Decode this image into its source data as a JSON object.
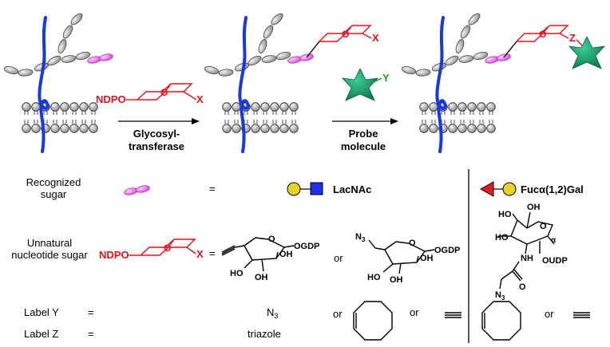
{
  "colors": {
    "glycan_gray": "#b5b5b5",
    "recognized_pink": "#f06ff0",
    "protein_blue": "#1838e0",
    "galactose_yellow": "#e8d420",
    "glcnac_blue": "#1f2fe8",
    "fucose_red": "#e81820",
    "probe_green": "#1fa370",
    "label_red": "#e8101a",
    "label_green": "#16a020"
  },
  "scheme": {
    "donor_prefix": "NDPO",
    "donor_x": "X",
    "step1_label_line1": "Glycosyl-",
    "step1_label_line2": "transferase",
    "probe_y": "Y",
    "step2_label_line1": "Probe",
    "step2_label_line2": "molecule",
    "product1_x": "X",
    "product2_z": "Z"
  },
  "legend": {
    "recognized_line1": "Recognized",
    "recognized_line2": "sugar",
    "equals": "=",
    "lacnac": "LacNAc",
    "fucgal": "Fucα(1,2)Gal",
    "unnatural_line1": "Unnatural",
    "unnatural_line2": "nucleotide sugar",
    "unnatural_prefix": "NDPO",
    "unnatural_x": "X",
    "gdp1": "OGDP",
    "gdp2": "OGDP",
    "udp": "OUDP",
    "n3": "N",
    "n3_sub": "3",
    "oh": "OH",
    "ho": "HO",
    "nh": "H",
    "n_atom": "N",
    "o_atom": "O",
    "or": "or",
    "label_y": "Label Y",
    "label_z": "Label Z",
    "y_n3": "N",
    "y_n3_sub": "3",
    "z_triazole": "triazole"
  }
}
